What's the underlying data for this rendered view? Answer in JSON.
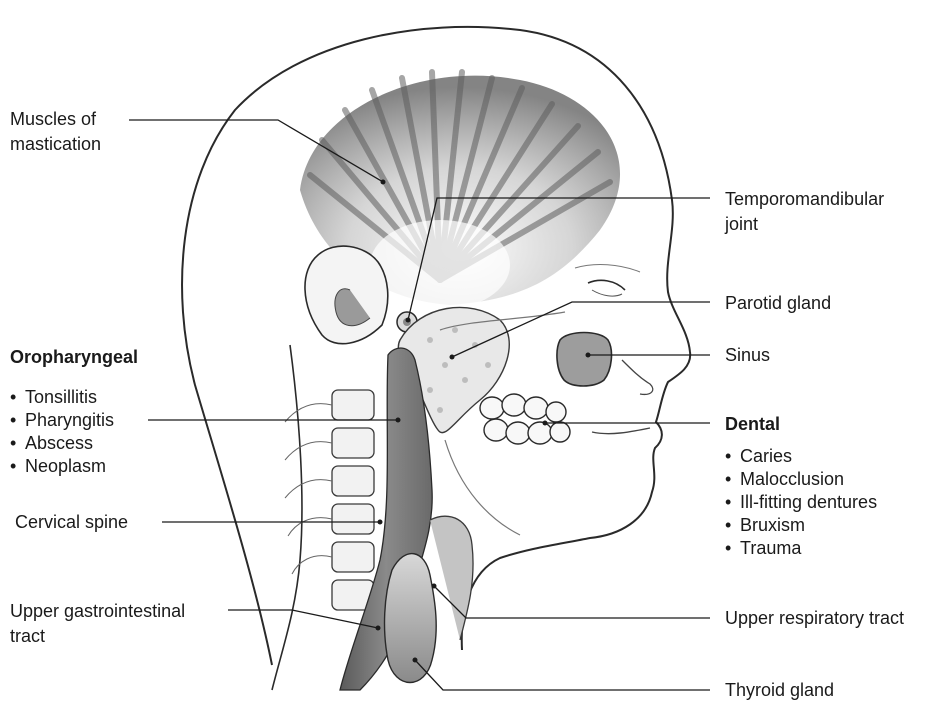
{
  "labels": {
    "muscles": [
      "Muscles of",
      "mastication"
    ],
    "tmj": [
      "Temporomandibular",
      "joint"
    ],
    "parotid": "Parotid gland",
    "sinus": "Sinus",
    "cervical": "Cervical spine",
    "upper_gi": [
      "Upper gastrointestinal",
      "tract"
    ],
    "upper_resp": "Upper respiratory tract",
    "thyroid": "Thyroid gland"
  },
  "oropharyngeal": {
    "title": "Oropharyngeal",
    "items": [
      "Tonsillitis",
      "Pharyngitis",
      "Abscess",
      "Neoplasm"
    ]
  },
  "dental": {
    "title": "Dental",
    "items": [
      "Caries",
      "Malocclusion",
      "Ill-fitting dentures",
      "Bruxism",
      "Trauma"
    ]
  }
}
